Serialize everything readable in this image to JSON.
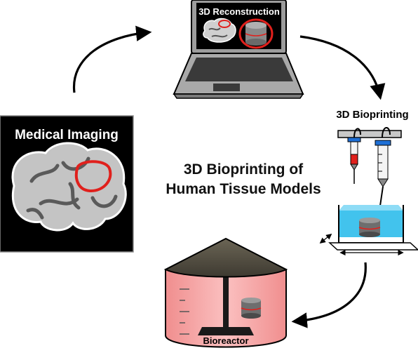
{
  "diagram": {
    "title_line1": "3D Bioprinting of",
    "title_line2": "Human Tissue Models",
    "steps": {
      "imaging": "Medical Imaging",
      "reconstruction": "3D Reconstruction",
      "bioprinting": "3D Bioprinting",
      "bioreactor": "Bioreactor"
    },
    "icons": {
      "imaging": "brain-icon",
      "reconstruction": "laptop-icon",
      "bioprinting": "bioprinter-icon",
      "bioreactor": "bioreactor-icon"
    },
    "colors": {
      "highlight_red": "#e0201c",
      "brain_gray": "#bfbfbf",
      "bath_blue": "#38c0ec",
      "reactor_pink": "#f5a3a3",
      "lid_dark": "#5a5447",
      "panel_black": "#000000",
      "syringe_blue": "#1e6fd6",
      "laptop_gray": "#a9a9a9"
    }
  }
}
